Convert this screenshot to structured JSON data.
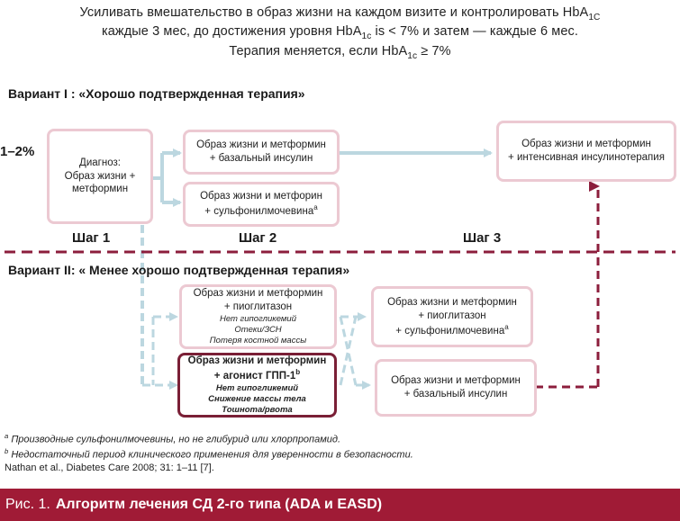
{
  "header": {
    "line1": "Усиливать вмешательство в образ жизни на каждом визите и контролировать HbA",
    "line1_sub": "1C",
    "line2_a": "каждые 3 мес, до достижения уровня HbA",
    "line2_sub": "1c",
    "line2_b": " is < 7% и затем — каждые 6 мес.",
    "line3_a": "Терапия меняется, если HbA",
    "line3_sub": "1c",
    "line3_b": " ≥ 7%"
  },
  "variant1": {
    "title": "Вариант I : «Хорошо подтвержденная терапия»",
    "percent_label": "1–2%",
    "diagnosis_box": [
      "Диагноз:",
      "Образ жизни +",
      "метформин"
    ],
    "step2_box1": [
      "Образ жизни и метформин",
      "+ базальный инсулин"
    ],
    "step2_box2_line1": "Образ жизни и метфорин",
    "step2_box2_line2": "+ сульфонилмочевина",
    "step2_box2_sup": "a",
    "step3_box": [
      "Образ жизни и метформин",
      "+ интенсивная инсулинотерапия"
    ]
  },
  "steps": {
    "step1": "Шаг 1",
    "step2": "Шаг 2",
    "step3": "Шаг 3"
  },
  "variant2": {
    "title": "Вариант II: « Менее хорошо подтвержденная терапия»",
    "pio_box": {
      "lines": [
        "Образ жизни и метформин",
        "+ пиоглитазон"
      ],
      "notes": [
        "Нет гипогликемий",
        "Отеки/ЗСН",
        "Потеря костной массы"
      ]
    },
    "glp_box": {
      "line1": "Образ жизни и метформин",
      "line2": "+ агонист ГПП-1",
      "line2_sup": "b",
      "notes": [
        "Нет гипогликемий",
        "Снижение массы тела",
        "Тошнота/рвота"
      ]
    },
    "pio_su_box": {
      "line1": "Образ жизни и метформин",
      "line2": "+ пиоглитазон",
      "line3": "+ сульфонилмочевина",
      "line3_sup": "a"
    },
    "basal_box": [
      "Образ жизни и метформин",
      "+ базальный инсулин"
    ]
  },
  "footnotes": {
    "a_mark": "a",
    "a_text": " Производные сульфонилмочевины, но не глибурид или хлорпропамид.",
    "b_mark": "b",
    "b_text": " Недостаточный период клинического применения для уверенности в безопасности.",
    "citation": "Nathan et al., Diabetes Care 2008; 31: 1–11 [7]."
  },
  "caption": {
    "prefix": "Рис. 1.",
    "title": "Алгоритм лечения СД 2-го типа (ADA и EASD)"
  },
  "colors": {
    "accent": "#a01b36",
    "dark_box_border": "#7a1f36",
    "box_border": "#ecc9d2",
    "connector": "#bcd7e0",
    "dashed_divider": "#8c1e3c"
  }
}
